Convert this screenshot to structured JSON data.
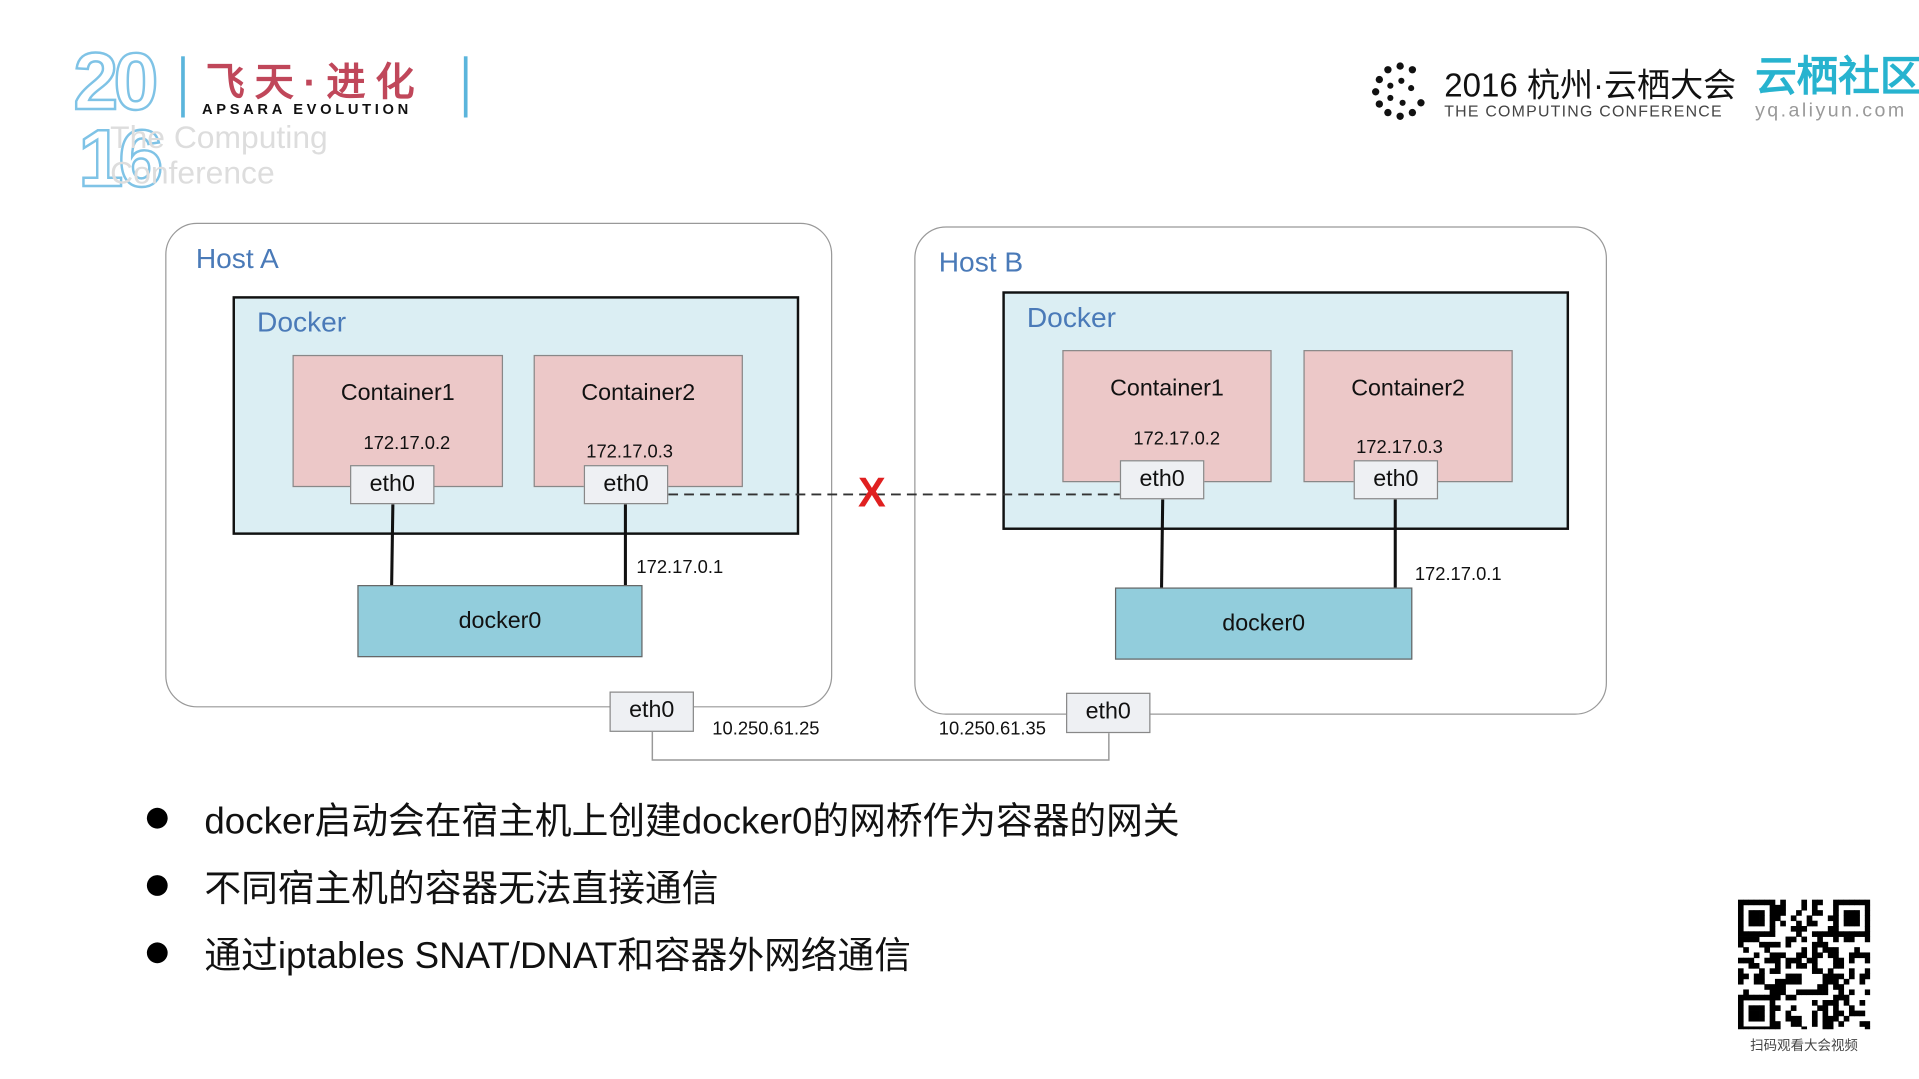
{
  "header": {
    "logo_left": {
      "year_top": "20",
      "year_bottom": "16",
      "title_cn": "飞天·进化",
      "title_en": "APSARA EVOLUTION",
      "subtitle": "The Computing Conference"
    },
    "logo_right": {
      "title": "2016 杭州·云栖大会",
      "subtitle": "THE COMPUTING CONFERENCE"
    },
    "community": {
      "title": "云栖社区",
      "url": "yq.aliyun.com"
    }
  },
  "diagram": {
    "host_a": {
      "label": "Host A",
      "docker_label": "Docker",
      "containers": [
        {
          "name": "Container1",
          "ip": "172.17.0.2",
          "iface": "eth0"
        },
        {
          "name": "Container2",
          "ip": "172.17.0.3",
          "iface": "eth0"
        }
      ],
      "bridge": "docker0",
      "bridge_ip": "172.17.0.1",
      "host_iface": "eth0",
      "host_ip": "10.250.61.25"
    },
    "host_b": {
      "label": "Host B",
      "docker_label": "Docker",
      "containers": [
        {
          "name": "Container1",
          "ip": "172.17.0.2",
          "iface": "eth0"
        },
        {
          "name": "Container2",
          "ip": "172.17.0.3",
          "iface": "eth0"
        }
      ],
      "bridge": "docker0",
      "bridge_ip": "172.17.0.1",
      "host_iface": "eth0",
      "host_ip": "10.250.61.35"
    },
    "blocked_mark": "X",
    "colors": {
      "label_blue": "#4a7ab8",
      "docker_bg": "#dbeef3",
      "container_bg": "#ecc8c8",
      "bridge_bg": "#92cddc",
      "blocked": "#e02020"
    }
  },
  "bullets": [
    "docker启动会在宿主机上创建docker0的网桥作为容器的网关",
    "不同宿主机的容器无法直接通信",
    "通过iptables SNAT/DNAT和容器外网络通信"
  ],
  "qr": {
    "caption": "扫码观看大会视频"
  }
}
